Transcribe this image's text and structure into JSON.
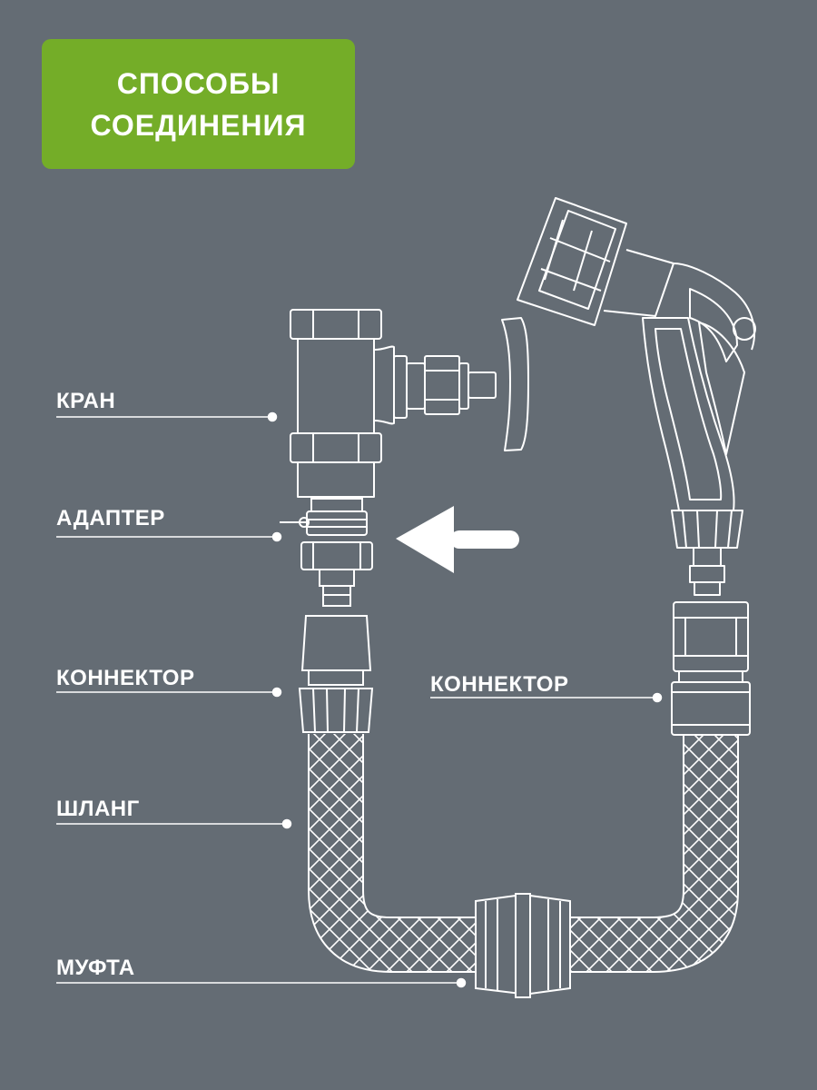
{
  "title": {
    "line1": "СПОСОБЫ",
    "line2": "СОЕДИНЕНИЯ"
  },
  "labels": {
    "tap": "КРАН",
    "adapter": "АДАПТЕР",
    "connector_left": "КОННЕКТОР",
    "connector_right": "КОННЕКТОР",
    "hose": "ШЛАНГ",
    "coupling": "МУФТА"
  },
  "colors": {
    "background": "#646c74",
    "title_box": "#74ad28",
    "line_art": "#ffffff"
  }
}
